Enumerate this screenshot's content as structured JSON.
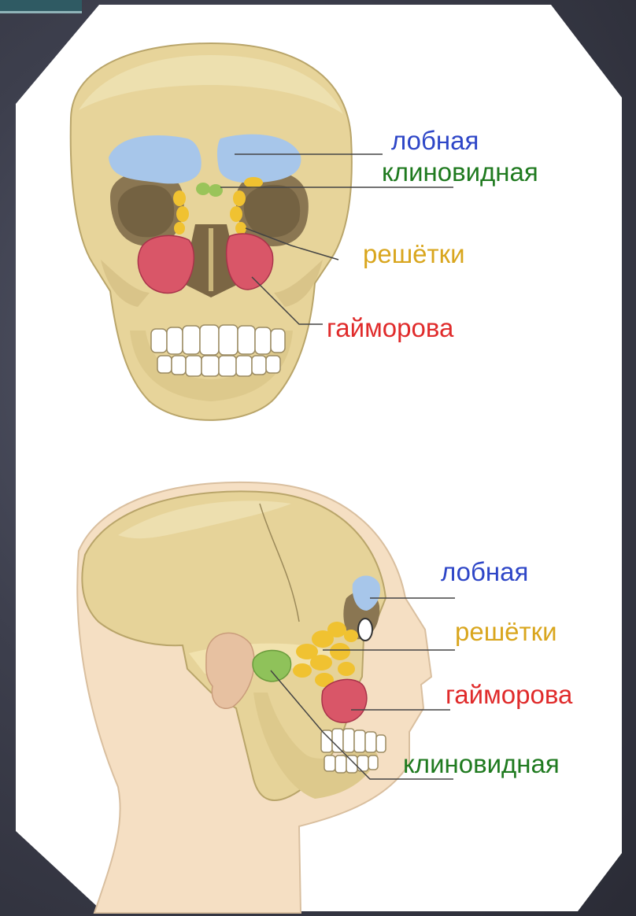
{
  "front_view": {
    "labels": {
      "frontal": "лобная",
      "sphenoid": "клиновидная",
      "ethmoid": "решётки",
      "maxillary": "гайморова"
    }
  },
  "side_view": {
    "labels": {
      "frontal": "лобная",
      "ethmoid": "решётки",
      "maxillary": "гайморова",
      "sphenoid": "клиновидная"
    }
  },
  "colors": {
    "frontal": "#2e46c7",
    "sphenoid": "#1f7a1f",
    "ethmoid": "#d9a61e",
    "maxillary": "#e02b2b",
    "bone": "#e8d79a",
    "background": "#3d3f4d"
  }
}
